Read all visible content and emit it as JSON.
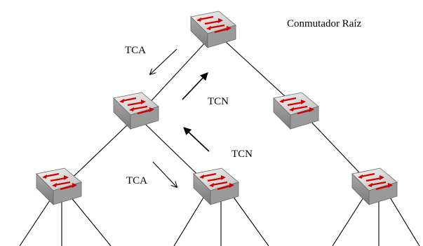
{
  "diagram": {
    "root_label": "Conmutador Raíz",
    "messages": {
      "tca_top": "TCA",
      "tcn_upper": "TCN",
      "tcn_lower": "TCN",
      "tca_bottom": "TCA"
    },
    "icons": {
      "switch": "network-switch-icon"
    },
    "colors": {
      "switch_body": "#c9c9c9",
      "switch_arrow": "#d40000",
      "line": "#000000"
    }
  }
}
